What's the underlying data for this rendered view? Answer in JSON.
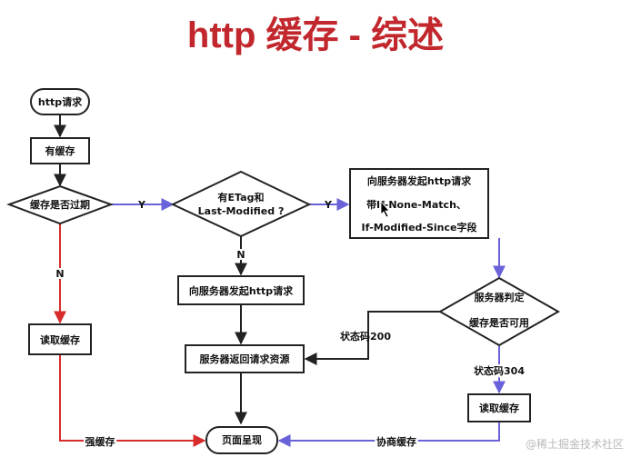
{
  "title": "http 缓存 - 综述",
  "nodes": {
    "http_request": "http请求",
    "has_cache": "有缓存",
    "cache_expired": "缓存是否过期",
    "etag_question_l1": "有ETag和",
    "etag_question_l2": "Last-Modified ?",
    "send_conditional_l1": "向服务器发起http请求",
    "send_conditional_l2": "带If-None-Match、",
    "send_conditional_l3": "If-Modified-Since字段",
    "send_request": "向服务器发起http请求",
    "server_judge_l1": "服务器判定",
    "server_judge_l2": "缓存是否可用",
    "read_cache_left": "读取缓存",
    "server_return": "服务器返回请求资源",
    "read_cache_right": "读取缓存",
    "page_render": "页面呈现"
  },
  "edges": {
    "yes_1": "Y",
    "yes_2": "Y",
    "no_1": "N",
    "no_2": "N",
    "status_200": "状态码200",
    "status_304": "状态码304",
    "strong_cache": "强缓存",
    "negotiated_cache": "协商缓存"
  },
  "colors": {
    "title": "#c1272d",
    "red_edge": "#d62c2c",
    "blue_edge": "#6a62d9",
    "black_edge": "#222222"
  },
  "watermark": "@稀土掘金技术社区"
}
